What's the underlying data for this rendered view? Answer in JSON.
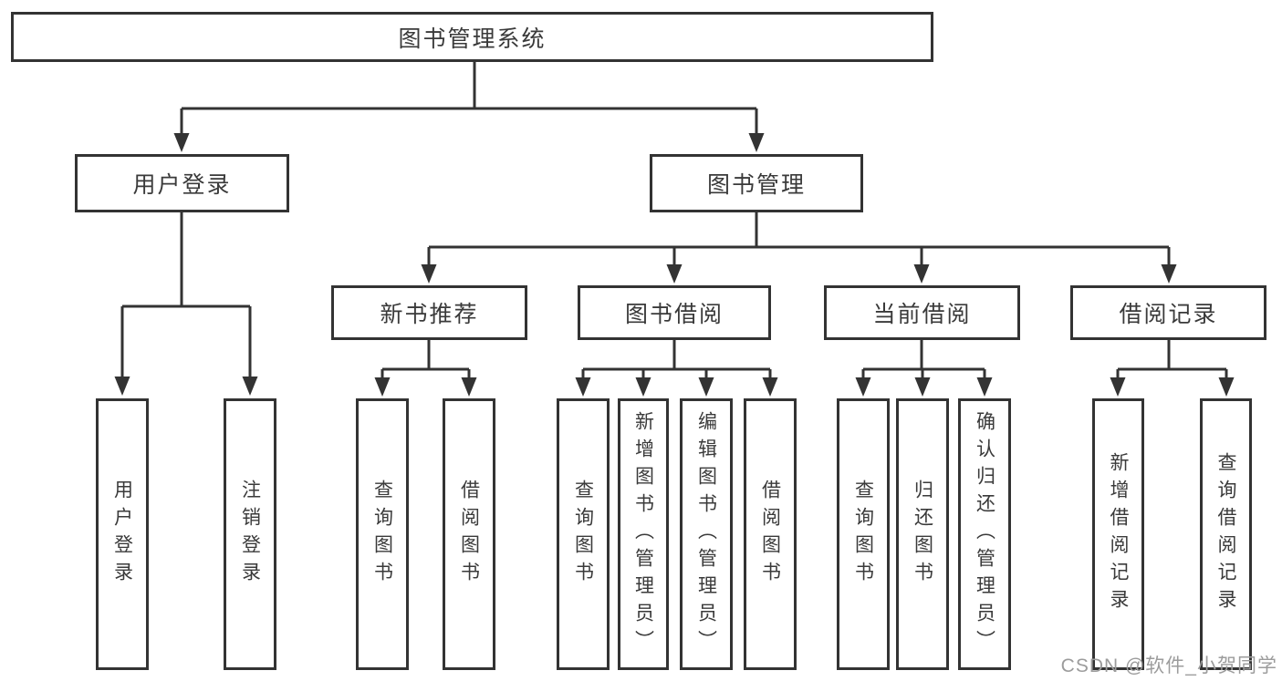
{
  "diagram_title": "图书管理系统",
  "nodes": {
    "root": {
      "label": "图书管理系统"
    },
    "level2": [
      {
        "label": "用户登录"
      },
      {
        "label": "图书管理"
      }
    ],
    "level3": [
      {
        "label": "新书推荐"
      },
      {
        "label": "图书借阅"
      },
      {
        "label": "当前借阅"
      },
      {
        "label": "借阅记录"
      }
    ],
    "leaves": {
      "user_login": [
        {
          "label": "用户登录"
        },
        {
          "label": "注销登录"
        }
      ],
      "new_book": [
        {
          "label": "查询图书"
        },
        {
          "label": "借阅图书"
        }
      ],
      "book_borrow": [
        {
          "label": "查询图书"
        },
        {
          "label": "新增图书（管理员）"
        },
        {
          "label": "编辑图书（管理员）"
        },
        {
          "label": "借阅图书"
        }
      ],
      "current_borrow": [
        {
          "label": "查询图书"
        },
        {
          "label": "归还图书"
        },
        {
          "label": "确认归还（管理员）"
        }
      ],
      "borrow_record": [
        {
          "label": "新增借阅记录"
        },
        {
          "label": "查询借阅记录"
        }
      ]
    }
  },
  "watermark": "CSDN @软件_小贺同学",
  "colors": {
    "line": "#333333",
    "text": "#3a3a3a",
    "watermark": "#9c9c9c",
    "background": "#ffffff"
  }
}
